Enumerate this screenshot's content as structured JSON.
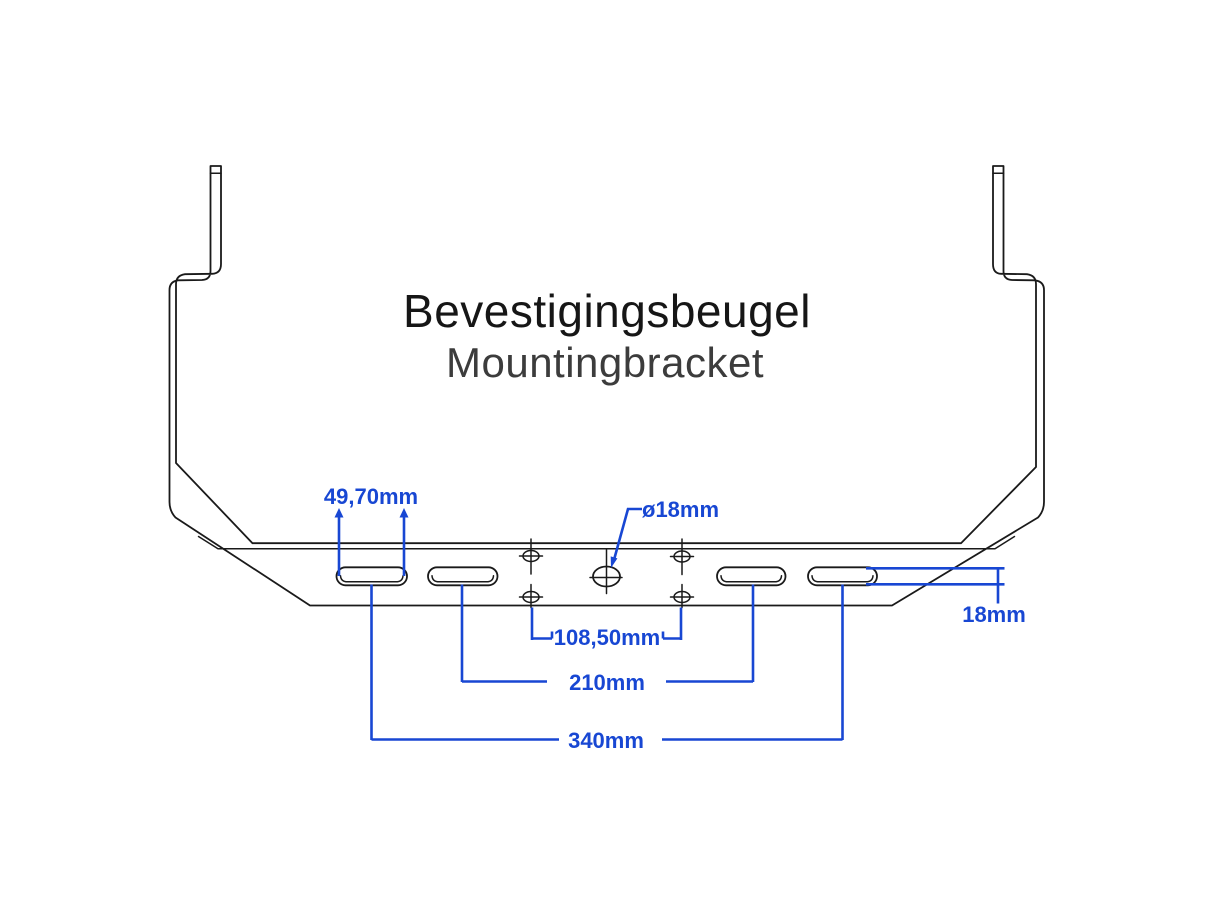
{
  "title": {
    "line1": "Bevestigingsbeugel",
    "line2": "Mountingbracket"
  },
  "dimensions": {
    "slot_length": "49,70mm",
    "hole_diameter": "ø18mm",
    "slot_height": "18mm",
    "hole_spacing": "108,50mm",
    "inner_slot_spacing": "210mm",
    "outer_slot_spacing": "340mm"
  },
  "colors": {
    "dimension_blue": "#1847d3",
    "drawing_line": "#1a1a1a",
    "title_text": "#161616",
    "subtitle_text": "#3c3c3c",
    "background": "#ffffff"
  }
}
